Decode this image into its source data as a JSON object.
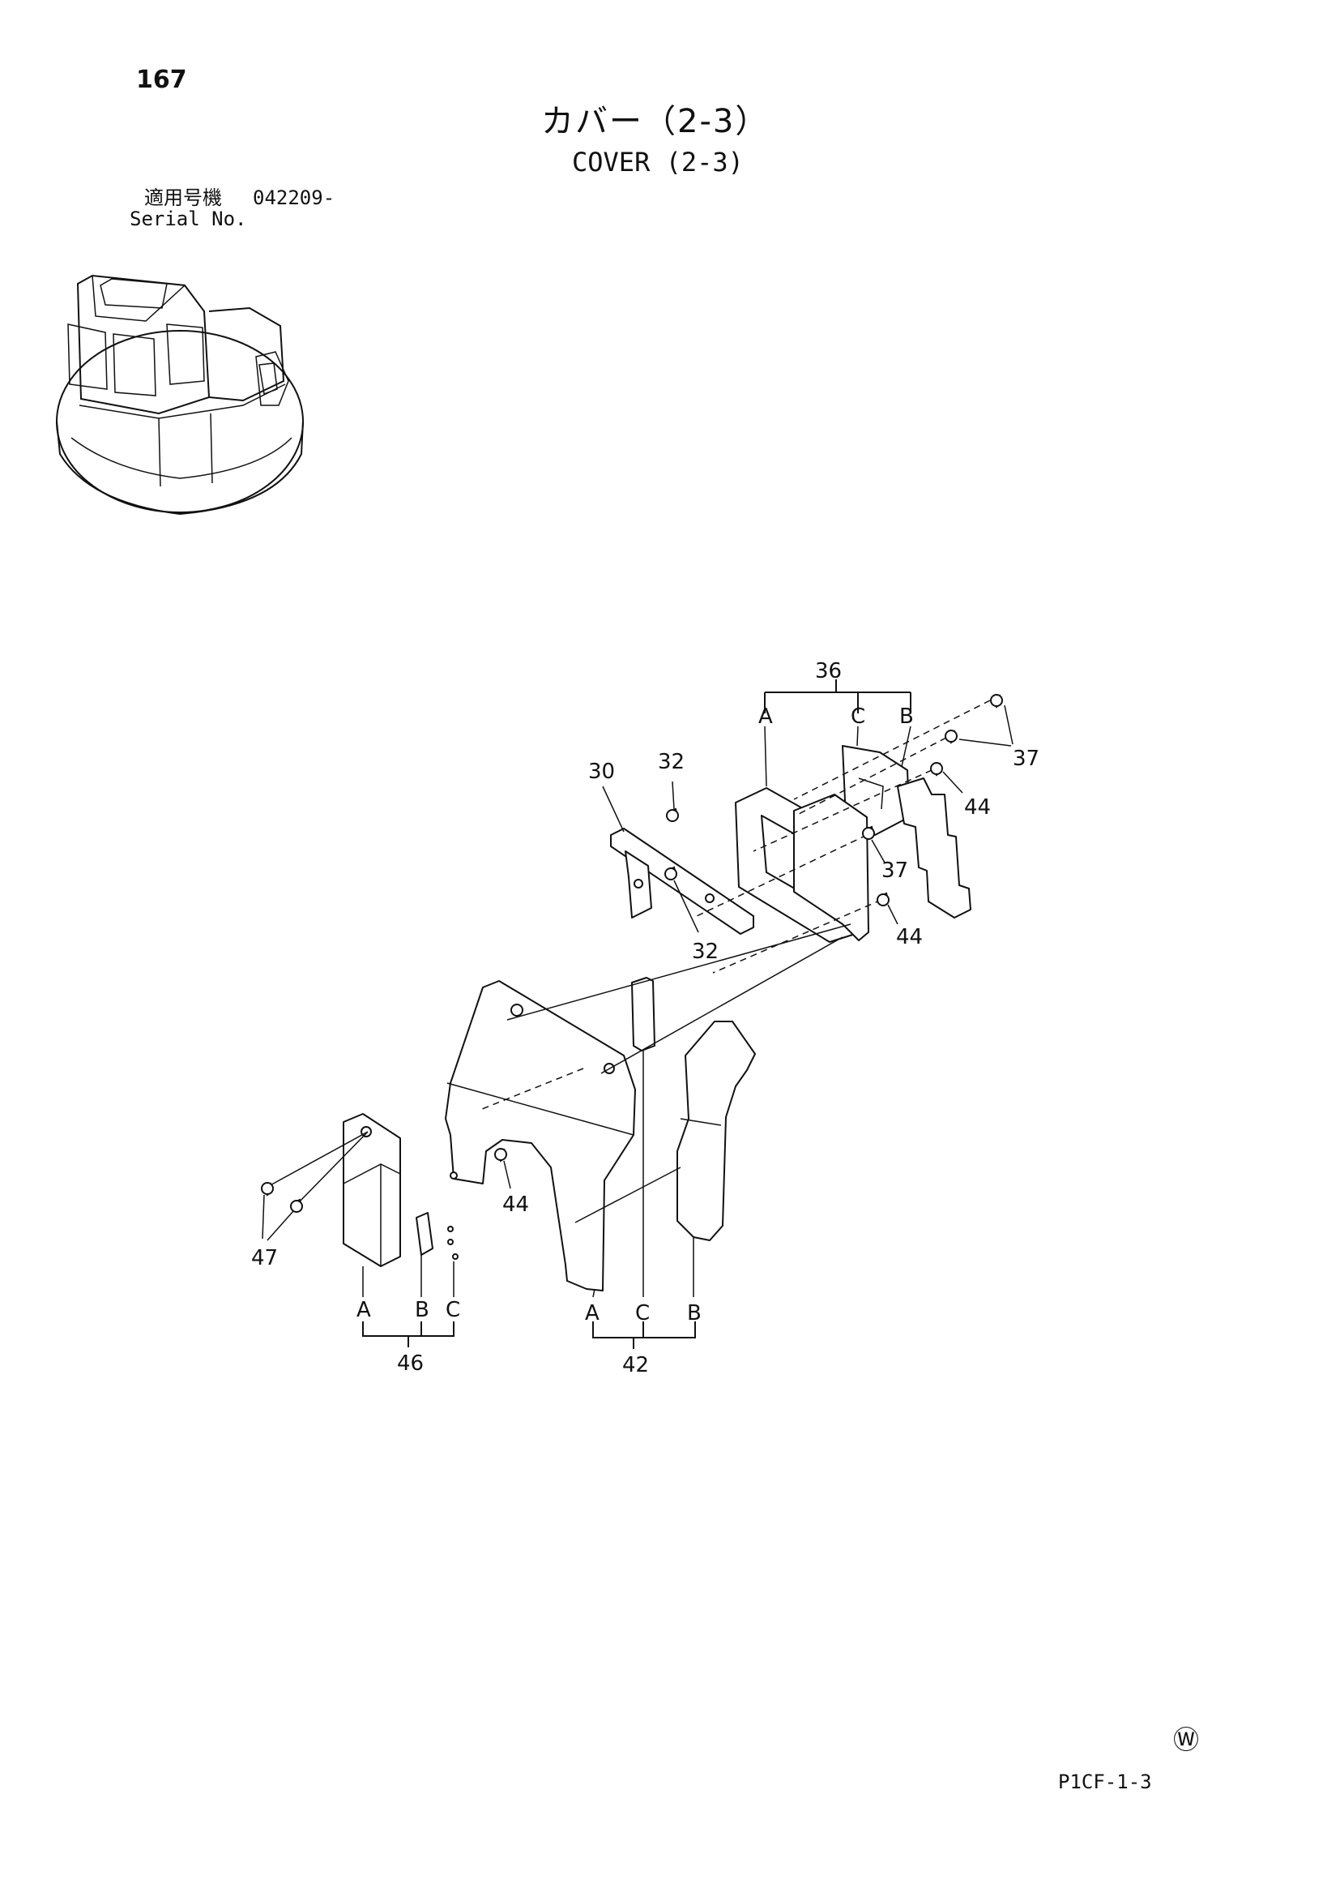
{
  "header": {
    "page_number": "167",
    "title_ja": "カバー（2-3）",
    "title_en": "COVER (2-3)",
    "serial_label_ja": "適用号機",
    "serial_value": "042209-",
    "serial_label_en": "Serial No."
  },
  "callouts": {
    "c30": "30",
    "c32a": "32",
    "c32b": "32",
    "c36": "36",
    "c37a": "37",
    "c37b": "37",
    "c44a": "44",
    "c44b": "44",
    "c44c": "44",
    "c42": "42",
    "c46": "46",
    "c47": "47",
    "a36": "A",
    "b36": "B",
    "cc36": "C",
    "a42": "A",
    "b42": "B",
    "cc42": "C",
    "a46": "A",
    "b46": "B",
    "cc46": "C"
  },
  "footer": {
    "mark": "Ⓦ",
    "code": "P1CF-1-3"
  }
}
